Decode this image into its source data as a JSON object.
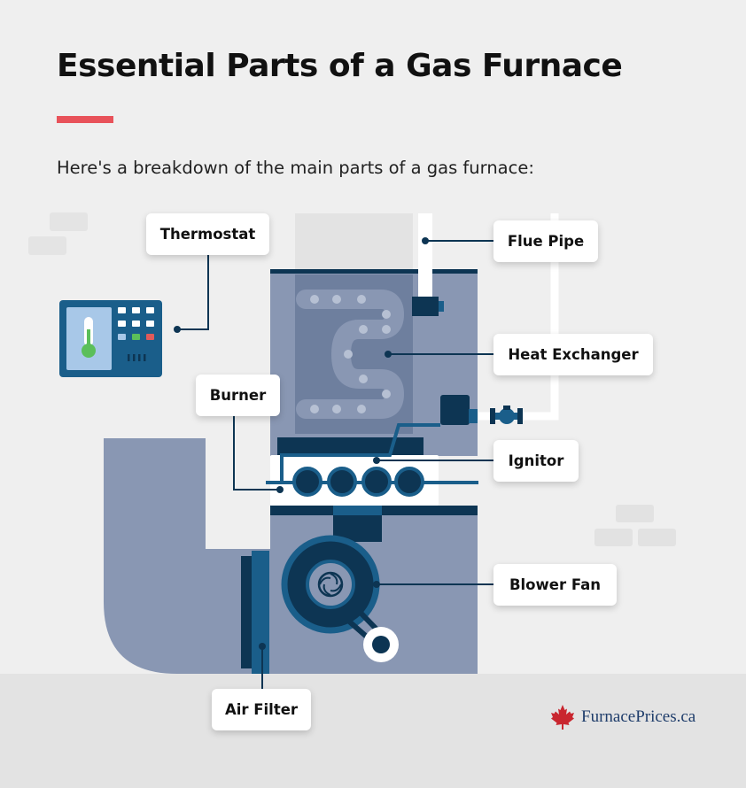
{
  "title": "Essential Parts of a Gas Furnace",
  "subtitle": "Here's a breakdown of the main parts of a gas furnace:",
  "colors": {
    "accent": "#e8525a",
    "cabinet": "#8997b3",
    "cabinet_dark": "#6e7f9e",
    "navy": "#0d3553",
    "blue": "#1a5e8a",
    "light_blue": "#a8c8e8",
    "green": "#5bbf5a",
    "red": "#e05a5a"
  },
  "labels": {
    "thermostat": "Thermostat",
    "flue_pipe": "Flue Pipe",
    "heat_exchanger": "Heat Exchanger",
    "burner": "Burner",
    "ignitor": "Ignitor",
    "blower_fan": "Blower Fan",
    "air_filter": "Air Filter"
  },
  "logo": {
    "text": "FurnacePrices.ca",
    "icon": "maple-leaf-icon"
  }
}
